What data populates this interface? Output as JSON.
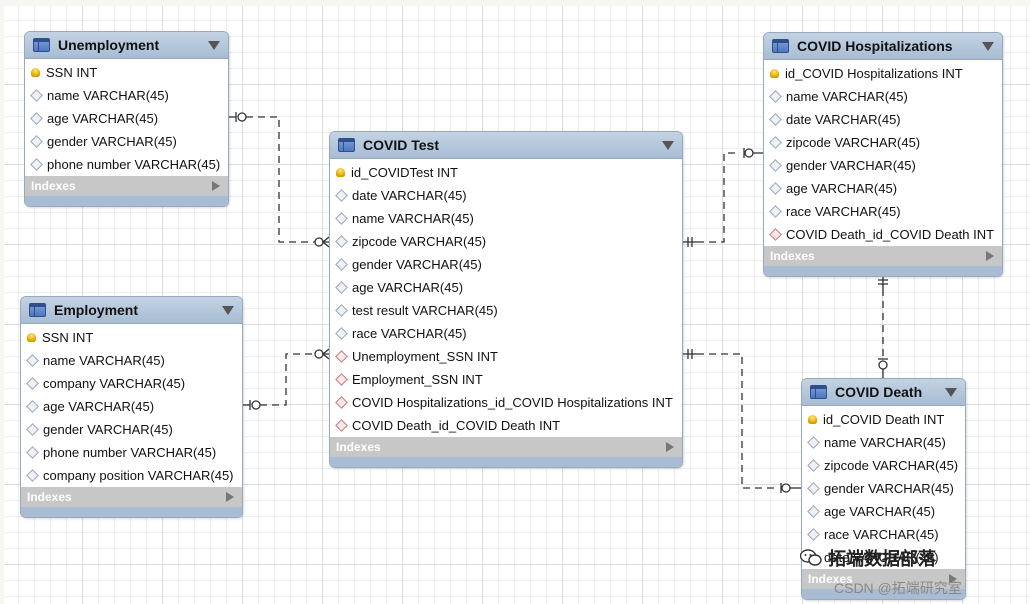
{
  "tables": {
    "unemployment": {
      "title": "Unemployment",
      "columns": [
        {
          "kind": "key",
          "label": "SSN INT"
        },
        {
          "kind": "attr",
          "label": "name VARCHAR(45)"
        },
        {
          "kind": "attr",
          "label": "age VARCHAR(45)"
        },
        {
          "kind": "attr",
          "label": "gender VARCHAR(45)"
        },
        {
          "kind": "attr",
          "label": "phone number VARCHAR(45)"
        }
      ],
      "indexes_label": "Indexes"
    },
    "employment": {
      "title": "Employment",
      "columns": [
        {
          "kind": "key",
          "label": "SSN INT"
        },
        {
          "kind": "attr",
          "label": "name VARCHAR(45)"
        },
        {
          "kind": "attr",
          "label": "company VARCHAR(45)"
        },
        {
          "kind": "attr",
          "label": "age VARCHAR(45)"
        },
        {
          "kind": "attr",
          "label": "gender VARCHAR(45)"
        },
        {
          "kind": "attr",
          "label": "phone number VARCHAR(45)"
        },
        {
          "kind": "attr",
          "label": "company position VARCHAR(45)"
        }
      ],
      "indexes_label": "Indexes"
    },
    "covid_test": {
      "title": "COVID Test",
      "columns": [
        {
          "kind": "key",
          "label": "id_COVIDTest INT"
        },
        {
          "kind": "attr",
          "label": "date VARCHAR(45)"
        },
        {
          "kind": "attr",
          "label": "name VARCHAR(45)"
        },
        {
          "kind": "attr",
          "label": "zipcode VARCHAR(45)"
        },
        {
          "kind": "attr",
          "label": "gender VARCHAR(45)"
        },
        {
          "kind": "attr",
          "label": "age VARCHAR(45)"
        },
        {
          "kind": "attr",
          "label": "test result VARCHAR(45)"
        },
        {
          "kind": "attr",
          "label": "race VARCHAR(45)"
        },
        {
          "kind": "fk",
          "label": "Unemployment_SSN INT"
        },
        {
          "kind": "fk",
          "label": "Employment_SSN INT"
        },
        {
          "kind": "fk",
          "label": "COVID Hospitalizations_id_COVID Hospitalizations INT"
        },
        {
          "kind": "fk",
          "label": "COVID Death_id_COVID Death INT"
        }
      ],
      "indexes_label": "Indexes"
    },
    "covid_hosp": {
      "title": "COVID Hospitalizations",
      "columns": [
        {
          "kind": "key",
          "label": "id_COVID Hospitalizations INT"
        },
        {
          "kind": "attr",
          "label": "name VARCHAR(45)"
        },
        {
          "kind": "attr",
          "label": "date VARCHAR(45)"
        },
        {
          "kind": "attr",
          "label": "zipcode VARCHAR(45)"
        },
        {
          "kind": "attr",
          "label": "gender VARCHAR(45)"
        },
        {
          "kind": "attr",
          "label": "age VARCHAR(45)"
        },
        {
          "kind": "attr",
          "label": "race VARCHAR(45)"
        },
        {
          "kind": "fk",
          "label": "COVID Death_id_COVID Death INT"
        }
      ],
      "indexes_label": "Indexes"
    },
    "covid_death": {
      "title": "COVID Death",
      "columns": [
        {
          "kind": "key",
          "label": "id_COVID Death INT"
        },
        {
          "kind": "attr",
          "label": "name VARCHAR(45)"
        },
        {
          "kind": "attr",
          "label": "zipcode VARCHAR(45)"
        },
        {
          "kind": "attr",
          "label": "gender VARCHAR(45)"
        },
        {
          "kind": "attr",
          "label": "age VARCHAR(45)"
        },
        {
          "kind": "attr",
          "label": "race VARCHAR(45)"
        },
        {
          "kind": "attr",
          "label": "date VARCHAR(45)"
        }
      ],
      "indexes_label": "Indexes"
    }
  },
  "watermark": {
    "line1": "拓端数据部落",
    "line2": "CSDN @拓端研究室"
  }
}
